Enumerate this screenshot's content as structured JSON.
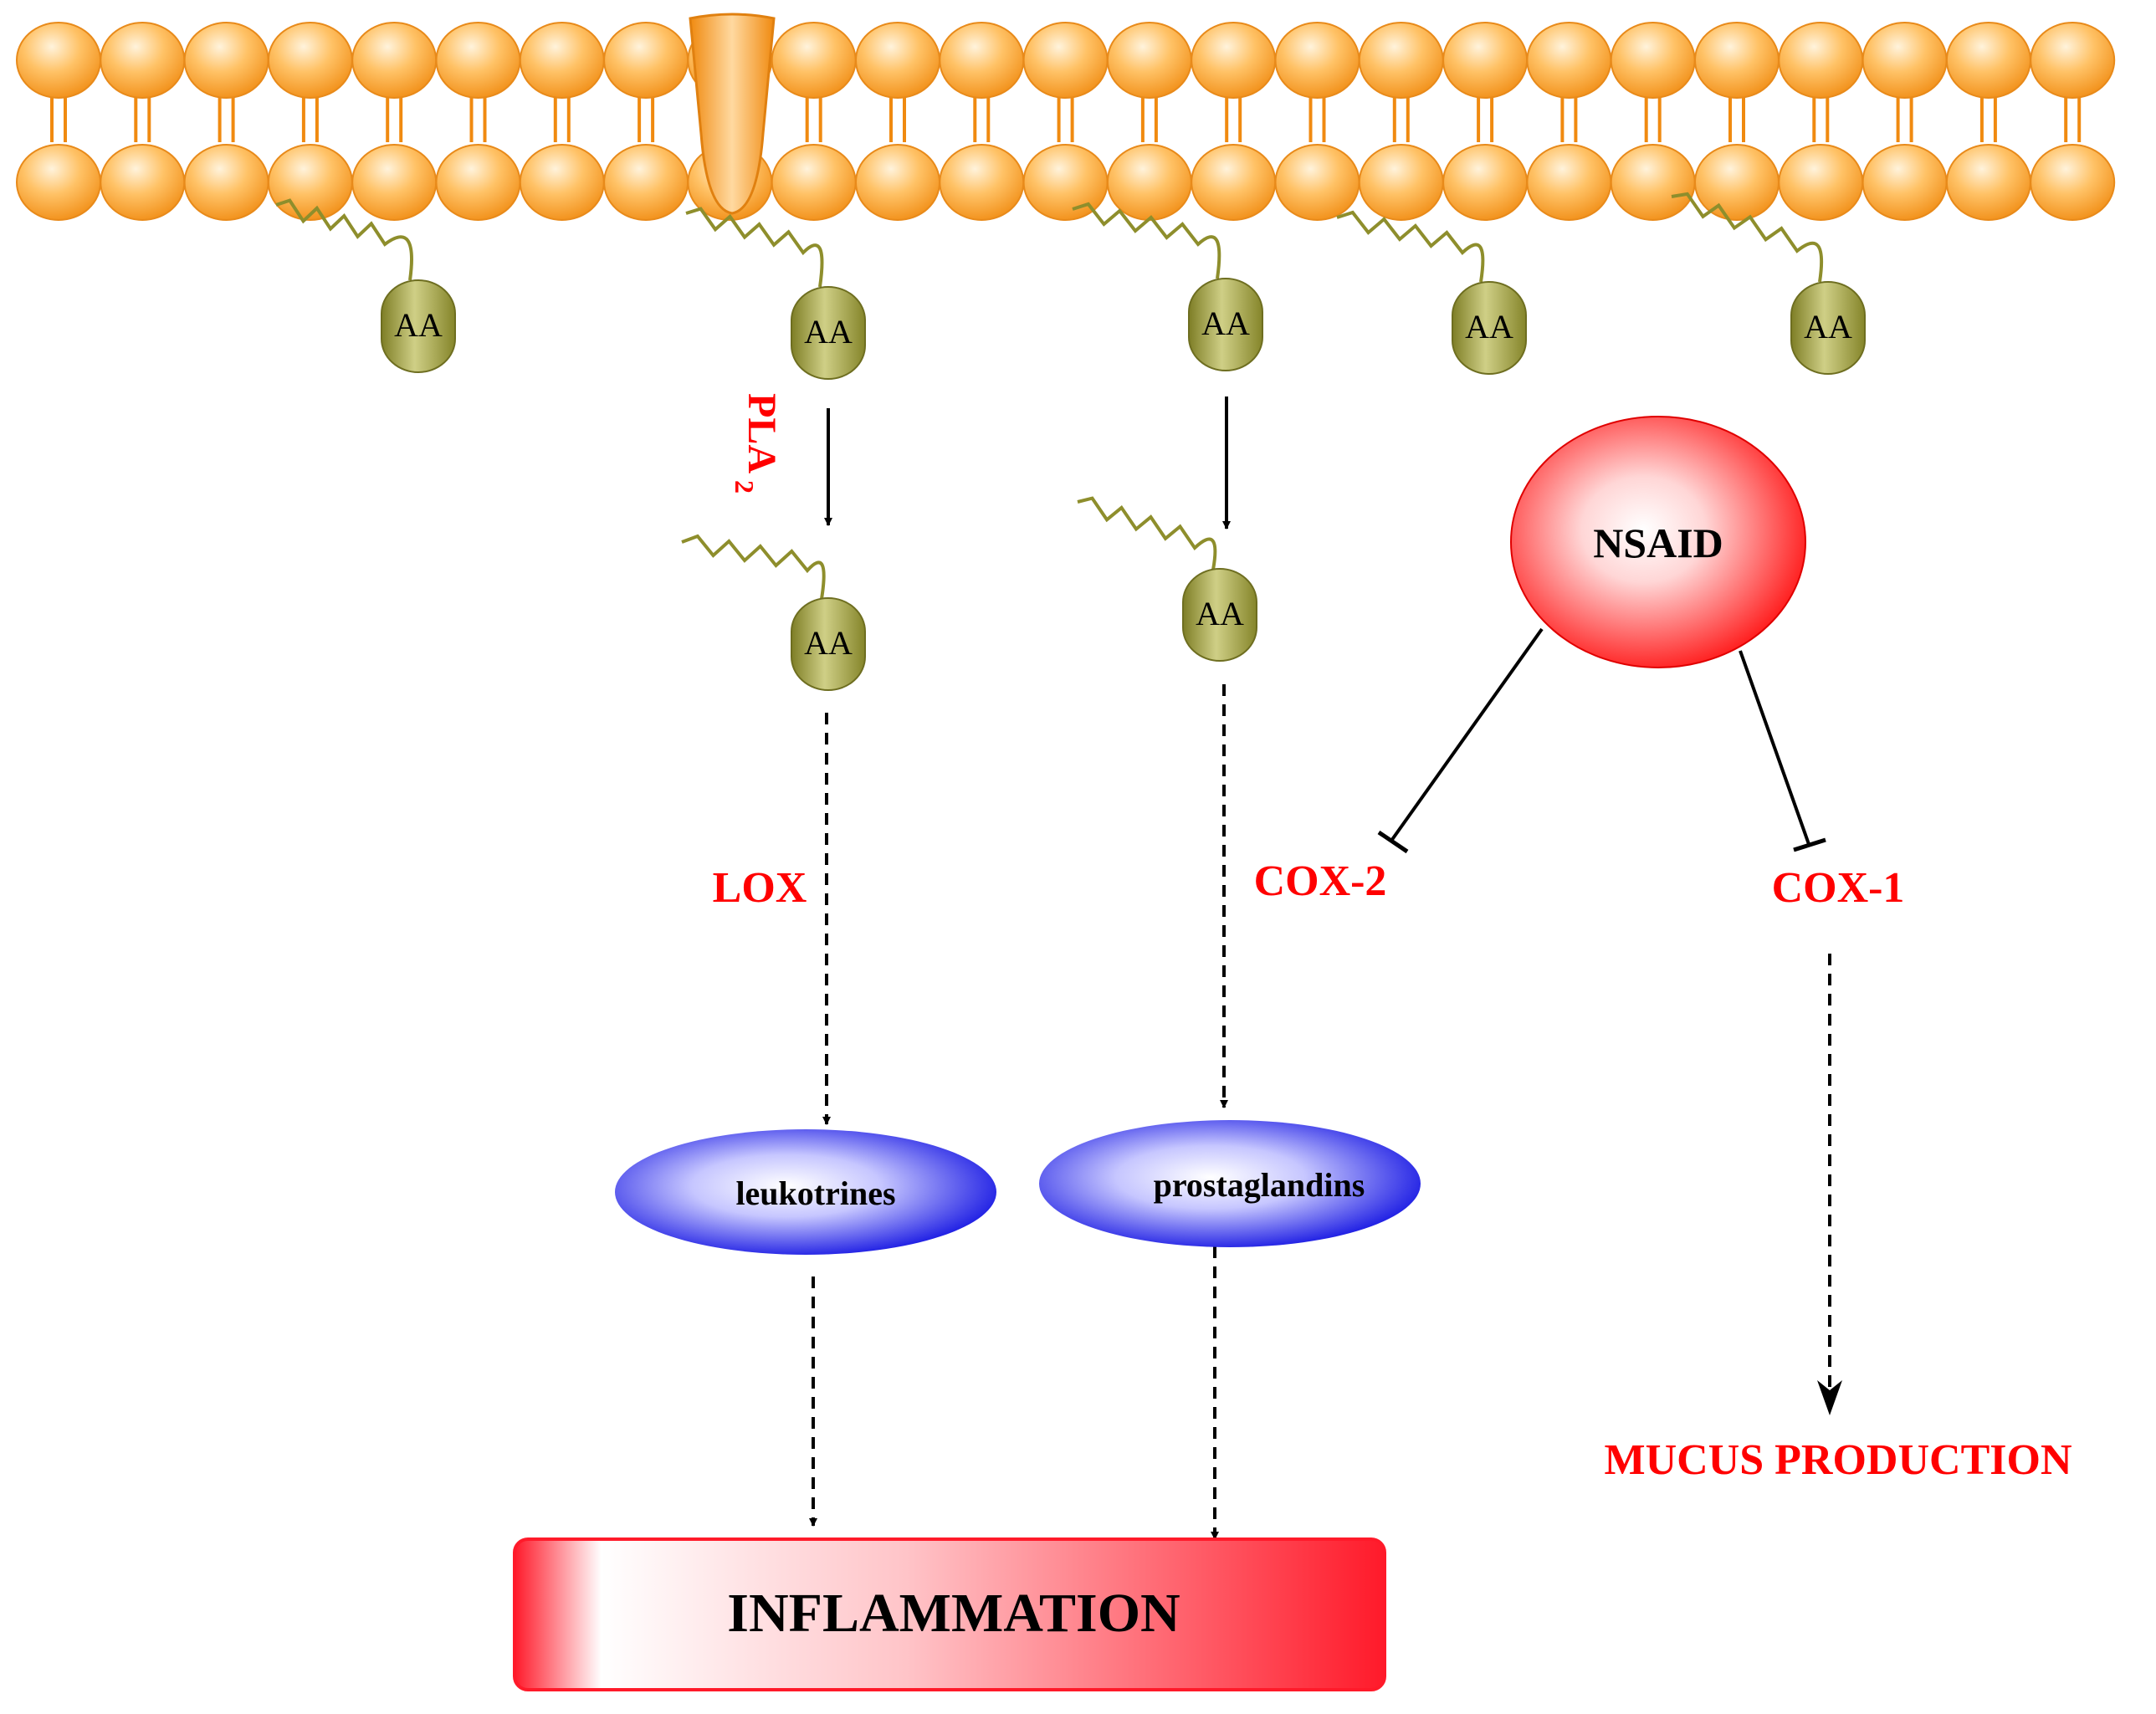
{
  "membrane": {
    "head_count": 25,
    "head_color": "#f5a030",
    "head_highlight": "#fff2dc"
  },
  "labels": {
    "aa": "AA",
    "pla2_main": "PLA",
    "pla2_sub": "2",
    "lox": "LOX",
    "cox2": "COX-2",
    "cox1": "COX-1",
    "nsaid": "NSAID",
    "leukotrines": "leukotrines",
    "prostaglandins": "prostaglandins",
    "inflammation": "INFLAMMATION",
    "mucus": "MUCUS PRODUCTION"
  },
  "colors": {
    "enzyme_red": "#ff0000",
    "aa_body": "#9a9a3a",
    "aa_highlight": "#d8d890",
    "mediator_blue": "#1010e0",
    "nsaid_red": "#ff1a1a",
    "inflammation_red": "#ff1a2a",
    "text_dark": "#000000"
  }
}
